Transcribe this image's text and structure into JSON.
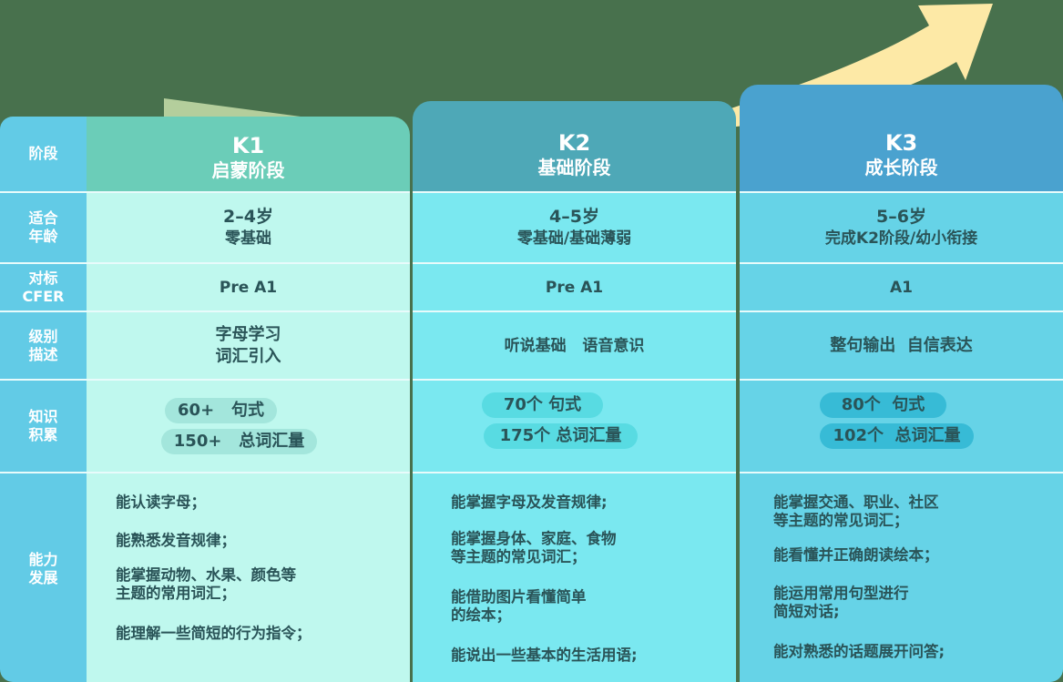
{
  "colors": {
    "background": "#48714d",
    "arrow": "#fde9a6",
    "label_col": "#62cbe6",
    "k1_header": "#6bcdb8",
    "k1_body": "#bff8ee",
    "k1_pill": "#a3e6dc",
    "k2_header": "#4ea8b7",
    "k2_body": "#7ae8f0",
    "k2_pill": "#58dbe2",
    "k3_header": "#4aa2cf",
    "k3_body": "#66d3e7",
    "k3_pill": "#37bbd6",
    "text": "#2a5458"
  },
  "row_labels": {
    "stage": "阶段",
    "age_1": "适合",
    "age_2": "年龄",
    "cefr_1": "对标",
    "cefr_2": "CFER",
    "level_1": "级别",
    "level_2": "描述",
    "knowledge_1": "知识",
    "knowledge_2": "积累",
    "ability_1": "能力",
    "ability_2": "发展"
  },
  "levels": [
    {
      "code": "K1",
      "stage": "启蒙阶段",
      "age": "2–4岁",
      "age_note": "零基础",
      "cefr": "Pre A1",
      "description_1": "字母学习",
      "description_2": "词汇引入",
      "knowledge_1": "60+   句式",
      "knowledge_2": "150+   总词汇量",
      "abilities": [
        "能认读字母；",
        "能熟悉发音规律；",
        "能掌握动物、水果、颜色等\n主题的常用词汇；",
        "能理解一些简短的行为指令；"
      ]
    },
    {
      "code": "K2",
      "stage": "基础阶段",
      "age": "4–5岁",
      "age_note": "零基础/基础薄弱",
      "cefr": "Pre A1",
      "description_1": "听说基础   语音意识",
      "knowledge_1": "70个 句式",
      "knowledge_2": "175个 总词汇量",
      "abilities": [
        "能掌握字母及发音规律;",
        "能掌握身体、家庭、食物\n等主题的常见词汇；",
        "能借助图片看懂简单\n的绘本；",
        "能说出一些基本的生活用语;"
      ]
    },
    {
      "code": "K3",
      "stage": "成长阶段",
      "age": "5–6岁",
      "age_note": "完成K2阶段/幼小衔接",
      "cefr": "A1",
      "description_1": "整句输出  自信表达",
      "knowledge_1": "80个  句式",
      "knowledge_2": "102个  总词汇量",
      "abilities": [
        "能掌握交通、职业、社区\n等主题的常见词汇；",
        "能看懂并正确朗读绘本；",
        "能运用常用句型进行\n简短对话;",
        "能对熟悉的话题展开问答;"
      ]
    }
  ]
}
